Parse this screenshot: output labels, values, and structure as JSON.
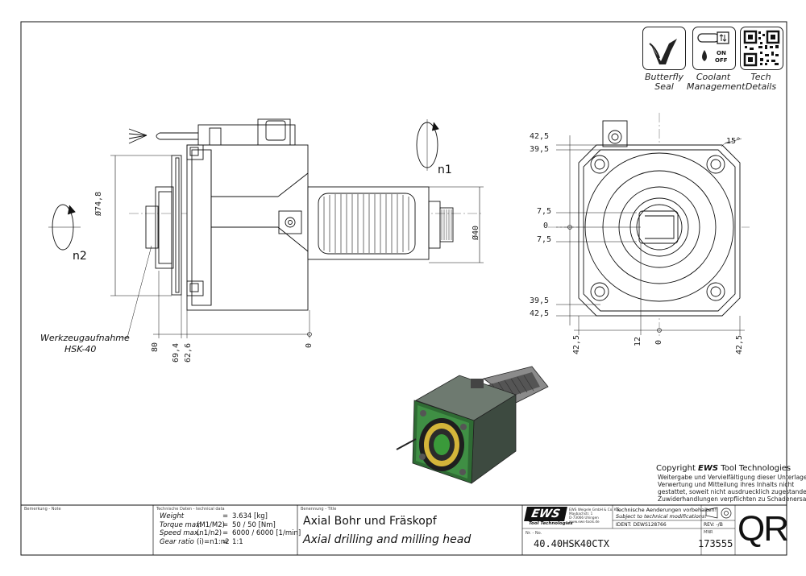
{
  "feature_icons": [
    {
      "name": "butterfly-icon",
      "label_line1": "Butterfly",
      "label_line2": "Seal"
    },
    {
      "name": "coolant-icon",
      "label_line1": "Coolant",
      "label_line2": "Management",
      "on": "ON",
      "off": "OFF"
    },
    {
      "name": "qr-icon",
      "label_line1": "Tech",
      "label_line2": "Details"
    }
  ],
  "drawing": {
    "rotation_n1": "n1",
    "rotation_n2": "n2",
    "dia_74_8": "Ø74,8",
    "dia_40": "Ø40",
    "tool_holder_label": "Werkzeugaufnahme",
    "tool_holder_type": "HSK-40",
    "side_dims": [
      "80",
      "69,4",
      "62,6",
      "0"
    ],
    "front_left_dims": [
      "42,5",
      "39,5",
      "7,5",
      "0",
      "7,5",
      "39,5",
      "42,5"
    ],
    "front_bottom_dims": [
      "42,5",
      "12",
      "0",
      "42,5"
    ],
    "angle": "15°"
  },
  "copyright": {
    "prefix": "Copyright ",
    "brand": "EWS",
    "suffix": " Tool Technologies",
    "lines": [
      "Weitergabe und Vervielfältigung dieser Unterlage,",
      "Verwertung und Mitteilung ihres Inhalts nicht",
      "gestattet, soweit nicht ausdruecklich zugestanden.",
      "Zuwiderhandlungen verpflichten zu Schadenersatz."
    ]
  },
  "title_block": {
    "remark_label": "Bemerkung - Note",
    "tech_label": "Technische Daten - technical data",
    "spec_rows": [
      {
        "label": "Weight",
        "eq": "=",
        "value": "3.634  [kg]"
      },
      {
        "label": "Torque max.",
        "param": "(M1/M2)",
        "eq": "=",
        "value": "50 / 50  [Nm]"
      },
      {
        "label": "Speed max.",
        "param": "(n1/n2)",
        "eq": "=",
        "value": "6000 / 6000  [1/min]"
      },
      {
        "label": "Gear ratio",
        "param": "(i)=n1:n2",
        "eq": "=",
        "value": "1:1"
      }
    ],
    "name_label": "Benennung - Title",
    "title_de": "Axial Bohr und Fräskopf",
    "title_en": "Axial drilling and milling head",
    "logo": "EWS",
    "logo_sub": "Tool Technologies",
    "company_lines": [
      "EWS Weigele GmbH & Co. KG",
      "Maybachstr. 1",
      "D-73066 Uhingen",
      "www.ews-tools.de"
    ],
    "changes_de": "Technische Aenderungen vorbehalten!",
    "changes_en": "Subject to technical modifications!",
    "ident": "IDENT:  DEWS128766",
    "rev": "REV:   -/B",
    "nr_label": "Nr. - No.",
    "part_no": "40.40HSK40CTX",
    "mnr_label": "MNR",
    "mnr": "173555",
    "qr_code": "QR"
  }
}
